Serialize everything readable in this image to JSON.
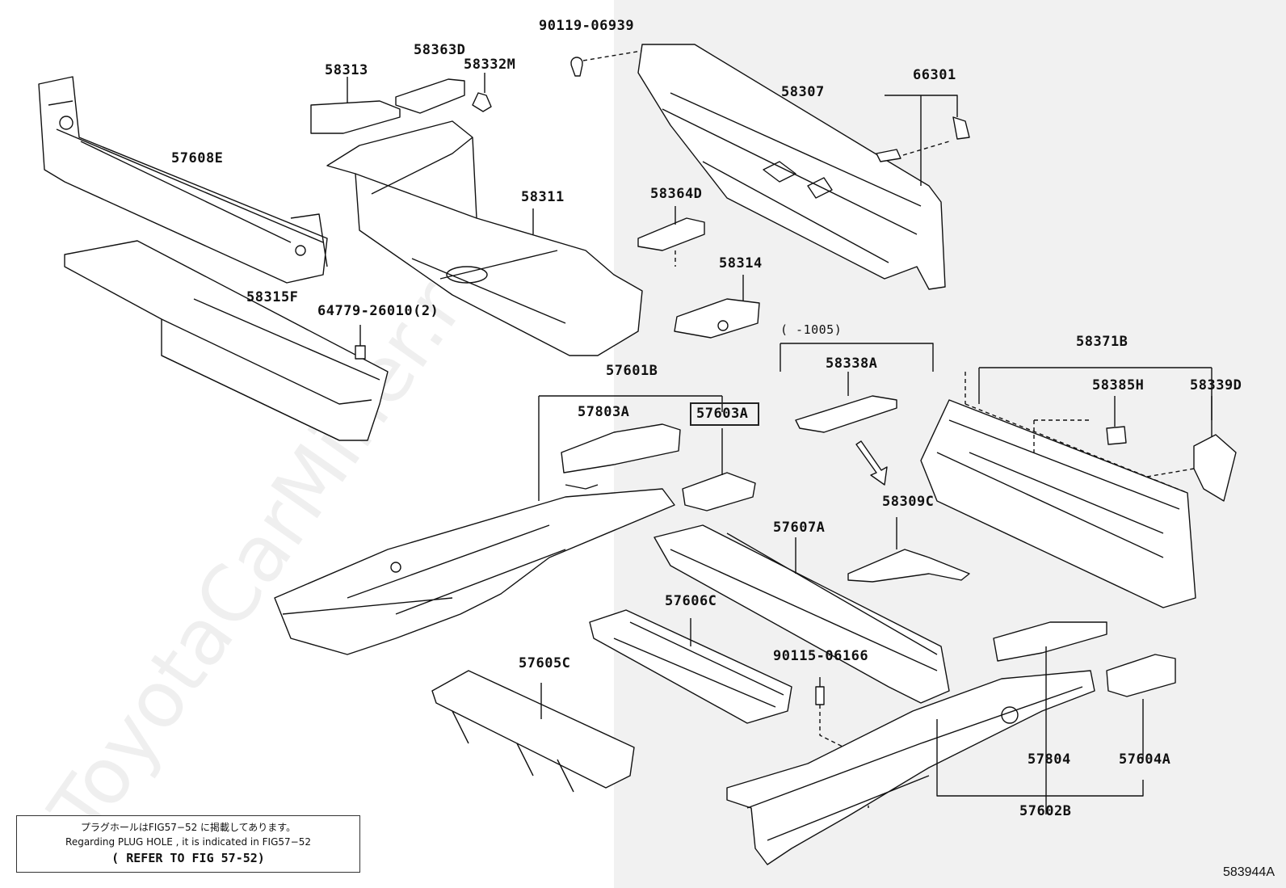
{
  "labels": {
    "p90119": "90119-06939",
    "p58363d": "58363D",
    "p58313": "58313",
    "p58332m": "58332M",
    "p58307": "58307",
    "p66301": "66301",
    "p57608e": "57608E",
    "p58311": "58311",
    "p58364d": "58364D",
    "p58314": "58314",
    "p58315f": "58315F",
    "p64779": "64779-26010(2)",
    "range": "(    -1005)",
    "p58338a": "58338A",
    "p58371b": "58371B",
    "p58385h": "58385H",
    "p58339d": "58339D",
    "p57601b": "57601B",
    "p57803a": "57803A",
    "p57603a": "57603A",
    "p58309c": "58309C",
    "p57607a": "57607A",
    "p57606c": "57606C",
    "p90115": "90115-06166",
    "p57605c": "57605C",
    "p57804": "57804",
    "p57604a": "57604A",
    "p57602b": "57602B"
  },
  "highlighted_part": "57603A",
  "watermark": "ToyotaCarMiner.ru",
  "note": {
    "line1": "プラグホールはFIG57−52 に掲載してあります。",
    "line2": "Regarding PLUG HOLE , it is indicated in FIG57−52",
    "line3": "( REFER TO FIG 57-52)"
  },
  "figure_code": "583944A"
}
